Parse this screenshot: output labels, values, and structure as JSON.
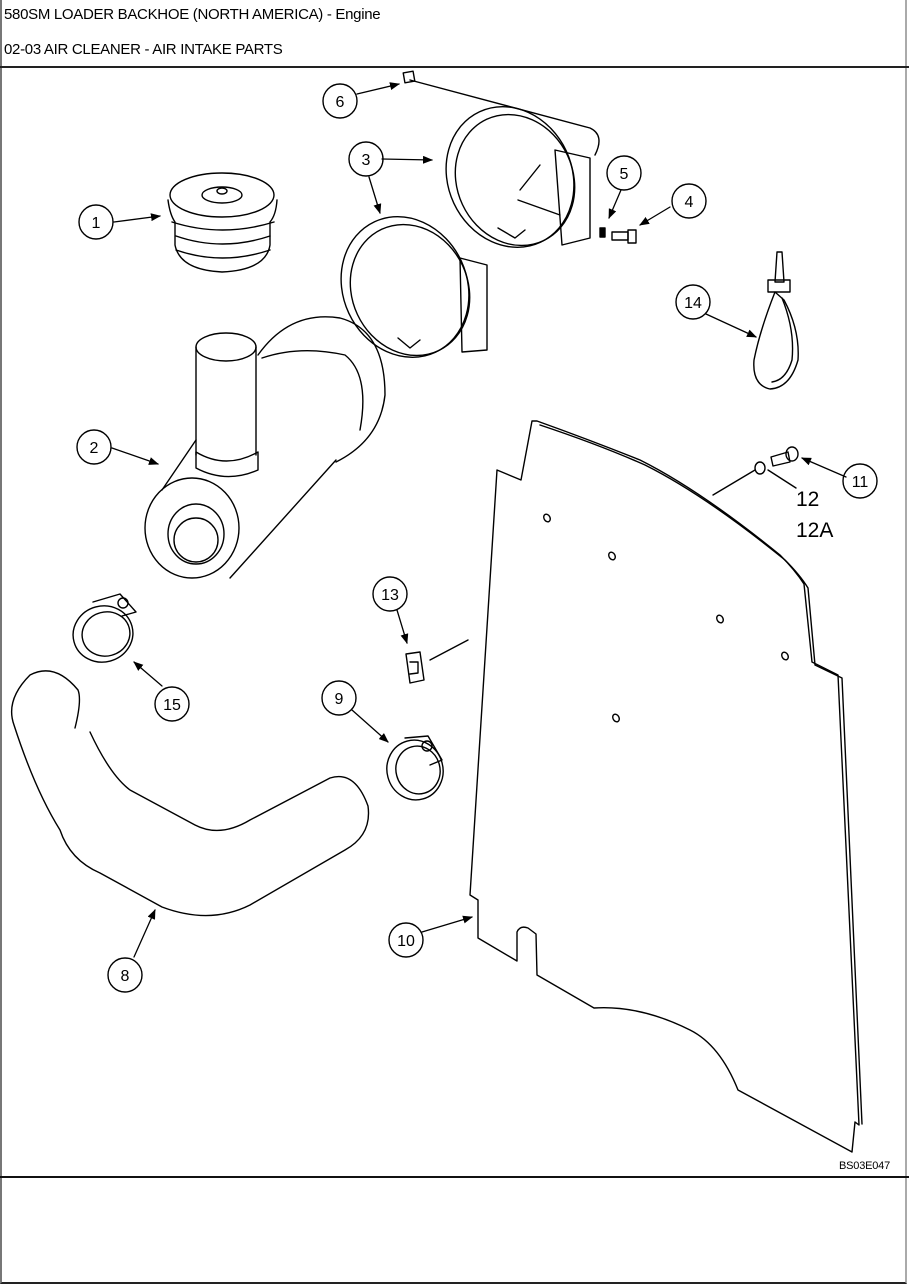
{
  "header": {
    "title": "580SM LOADER BACKHOE (NORTH AMERICA) - Engine",
    "subtitle": "02-03 AIR CLEANER - AIR INTAKE PARTS"
  },
  "diagram": {
    "figure_id": "BS03E047",
    "callouts": [
      {
        "label": "1",
        "part": "air-cleaner-cap"
      },
      {
        "label": "2",
        "part": "air-cleaner-housing"
      },
      {
        "label": "3",
        "part": "mounting-band"
      },
      {
        "label": "4",
        "part": "bolt"
      },
      {
        "label": "5",
        "part": "lock-washer"
      },
      {
        "label": "6",
        "part": "nut"
      },
      {
        "label": "8",
        "part": "intake-hose"
      },
      {
        "label": "9",
        "part": "hose-clamp"
      },
      {
        "label": "10",
        "part": "shield-panel"
      },
      {
        "label": "11",
        "part": "bolt"
      },
      {
        "label": "12",
        "part": "nut"
      },
      {
        "label": "12A",
        "part": "nut"
      },
      {
        "label": "13",
        "part": "clip"
      },
      {
        "label": "14",
        "part": "cable-tie"
      },
      {
        "label": "15",
        "part": "hose-clamp"
      }
    ]
  }
}
